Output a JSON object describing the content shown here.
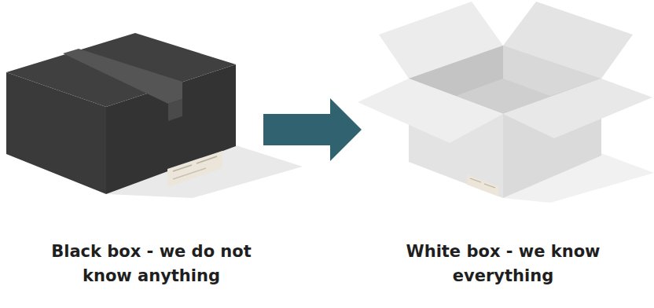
{
  "diagram": {
    "nodes": [
      {
        "text": [
          "Black box - we do not know anything"
        ]
      },
      {
        "text": [
          "White box - we know everything"
        ]
      }
    ],
    "edges": [
      {
        "from": 0,
        "to": 1,
        "arrow": "to"
      }
    ]
  }
}
